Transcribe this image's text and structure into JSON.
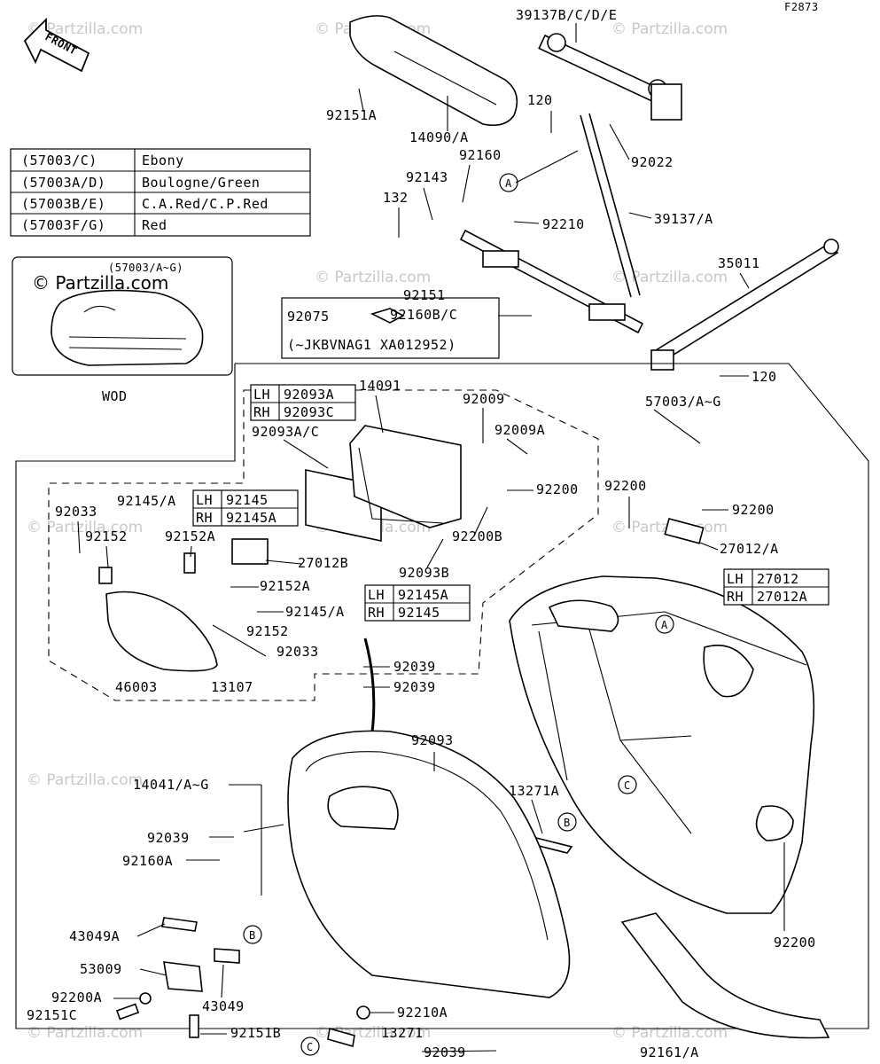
{
  "figure_code": "F2873",
  "front_label": "FRONT",
  "color_table": [
    {
      "code": "(57003/C)",
      "color": "Ebony"
    },
    {
      "code": "(57003A/D)",
      "color": "Boulogne/Green"
    },
    {
      "code": "(57003B/E)",
      "color": "C.A.Red/C.P.Red"
    },
    {
      "code": "(57003F/G)",
      "color": "Red"
    }
  ],
  "inset": {
    "code": "(57003/A~G)",
    "caption": "WOD",
    "watermark": "© Partzilla.com"
  },
  "serial_note": {
    "part": "92075",
    "text": "(~JKBVNAG1 XA012952)"
  },
  "lhrh_tables": [
    {
      "id": "t92093",
      "rows": [
        [
          "LH",
          "92093A"
        ],
        [
          "RH",
          "92093C"
        ]
      ]
    },
    {
      "id": "t92145",
      "rows": [
        [
          "LH",
          "92145"
        ],
        [
          "RH",
          "92145A"
        ]
      ]
    },
    {
      "id": "t92145b",
      "rows": [
        [
          "LH",
          "92145A"
        ],
        [
          "RH",
          "92145"
        ]
      ]
    },
    {
      "id": "t27012",
      "rows": [
        [
          "LH",
          "27012"
        ],
        [
          "RH",
          "27012A"
        ]
      ]
    }
  ],
  "circle_labels": [
    "A",
    "A",
    "B",
    "B",
    "C",
    "C"
  ],
  "watermark": "© Partzilla.com",
  "part_labels": [
    "39137B/C/D/E",
    "92151A",
    "14090/A",
    "120",
    "92022",
    "92160",
    "92143",
    "132",
    "92210",
    "39137/A",
    "35011",
    "92151",
    "92160B/C",
    "120",
    "57003/A~G",
    "14091",
    "92009",
    "92009A",
    "92200",
    "92093A/C",
    "92200B",
    "92093B",
    "92200",
    "92200",
    "27012/A",
    "92145/A",
    "92033",
    "92152",
    "92152A",
    "27012B",
    "92152A",
    "92145/A",
    "92152",
    "92033",
    "46003",
    "13107",
    "92039",
    "92039",
    "92093",
    "14041/A~G",
    "13271A",
    "92039",
    "92160A",
    "92200",
    "43049A",
    "53009",
    "43049",
    "92200A",
    "92151C",
    "92151B",
    "92210A",
    "13271",
    "92039",
    "92161/A"
  ]
}
